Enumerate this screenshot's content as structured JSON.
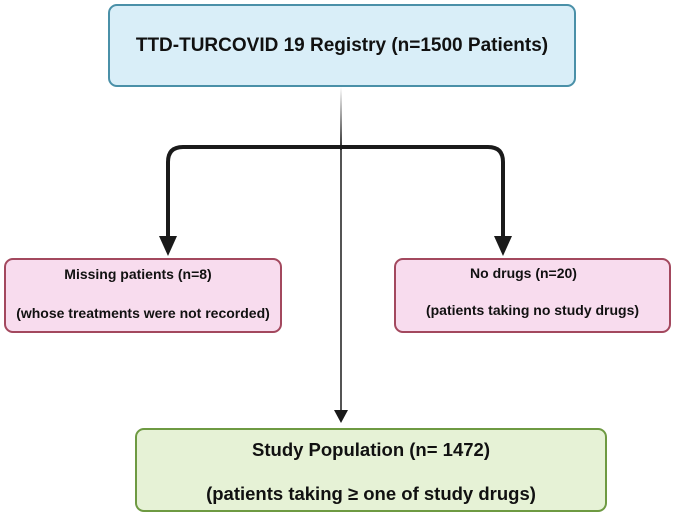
{
  "diagram": {
    "top_box": {
      "text": "TTD-TURCOVID 19 Registry (n=1500 Patients)"
    },
    "left_box": {
      "line1": "Missing patients (n=8)",
      "line2": "(whose treatments were not recorded)"
    },
    "right_box": {
      "line1": "No drugs (n=20)",
      "line2": "(patients taking no study drugs)"
    },
    "bottom_box": {
      "line1": "Study Population (n= 1472)",
      "line2": "(patients taking ≥ one of study drugs)"
    },
    "colors": {
      "top_fill": "#d9eef8",
      "top_border": "#4a90a8",
      "exclusion_fill": "#f8dcee",
      "exclusion_border": "#a3485e",
      "result_fill": "#e6f2d6",
      "result_border": "#6e9a42",
      "arrow": "#1a1a1a"
    }
  }
}
